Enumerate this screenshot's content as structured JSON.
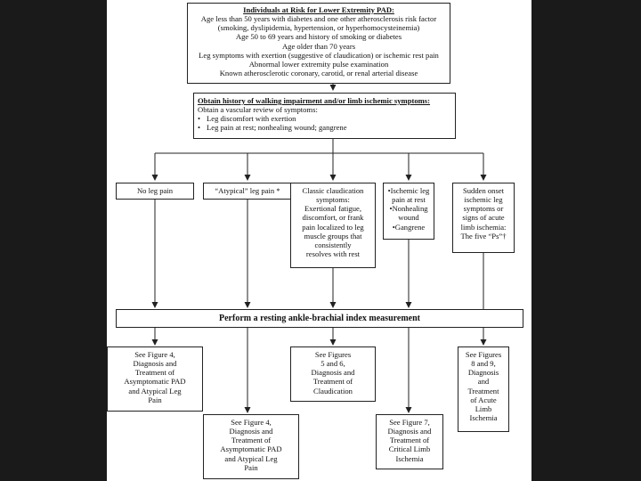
{
  "risk_box": {
    "title": "Individuals at Risk for Lower Extremity PAD:",
    "lines": [
      "Age less than 50 years with diabetes and one other atherosclerosis risk factor",
      "(smoking, dyslipidemia, hypertension, or hyperhomocysteinemia)",
      "Age 50 to 69 years and history of smoking or diabetes",
      "Age older than 70 years",
      "Leg symptoms with exertion (suggestive of claudication) or ischemic rest pain",
      "Abnormal lower extremity pulse examination",
      "Known atherosclerotic coronary, carotid, or renal arterial disease"
    ]
  },
  "history_box": {
    "title": "Obtain history of walking impairment and/or limb ischemic symptoms:",
    "intro": "Obtain a vascular review of symptoms:",
    "bullets": [
      "Leg discomfort with exertion",
      "Leg pain at rest; nonhealing wound; gangrene"
    ]
  },
  "symptoms": [
    {
      "lines": [
        "No leg pain"
      ]
    },
    {
      "lines": [
        "“Atypical” leg pain *"
      ]
    },
    {
      "lines": [
        "Classic claudication",
        "symptoms:",
        "Exertional fatigue,",
        "discomfort, or frank",
        "pain localized to leg",
        "muscle groups that",
        "consistently",
        "resolves with rest"
      ]
    },
    {
      "lines": [
        "•Ischemic leg",
        "pain at rest",
        "•Nonhealing",
        "wound",
        "•Gangrene"
      ]
    },
    {
      "lines": [
        "Sudden onset",
        "ischemic leg",
        "symptoms or",
        "signs of acute",
        "limb ischemia:",
        "The five “Ps”†"
      ]
    }
  ],
  "abi_bar": {
    "label": "Perform a resting ankle-brachial index measurement"
  },
  "outcomes": [
    {
      "lines": [
        "See Figure 4,",
        "Diagnosis and",
        "Treatment of",
        "Asymptomatic PAD",
        "and Atypical Leg",
        "Pain"
      ]
    },
    {
      "lines": [
        "See Figure 4,",
        "Diagnosis and",
        "Treatment of",
        "Asymptomatic PAD",
        "and Atypical Leg",
        "Pain"
      ]
    },
    {
      "lines": [
        "See Figures",
        "5 and 6,",
        "Diagnosis and",
        "Treatment of",
        "Claudication"
      ]
    },
    {
      "lines": [
        "See Figure 7,",
        "Diagnosis and",
        "Treatment of",
        "Critical Limb",
        "Ischemia"
      ]
    },
    {
      "lines": [
        "See Figures",
        "8 and 9,",
        "Diagnosis",
        "and",
        "Treatment",
        "of Acute",
        "Limb",
        "Ischemia"
      ]
    }
  ]
}
